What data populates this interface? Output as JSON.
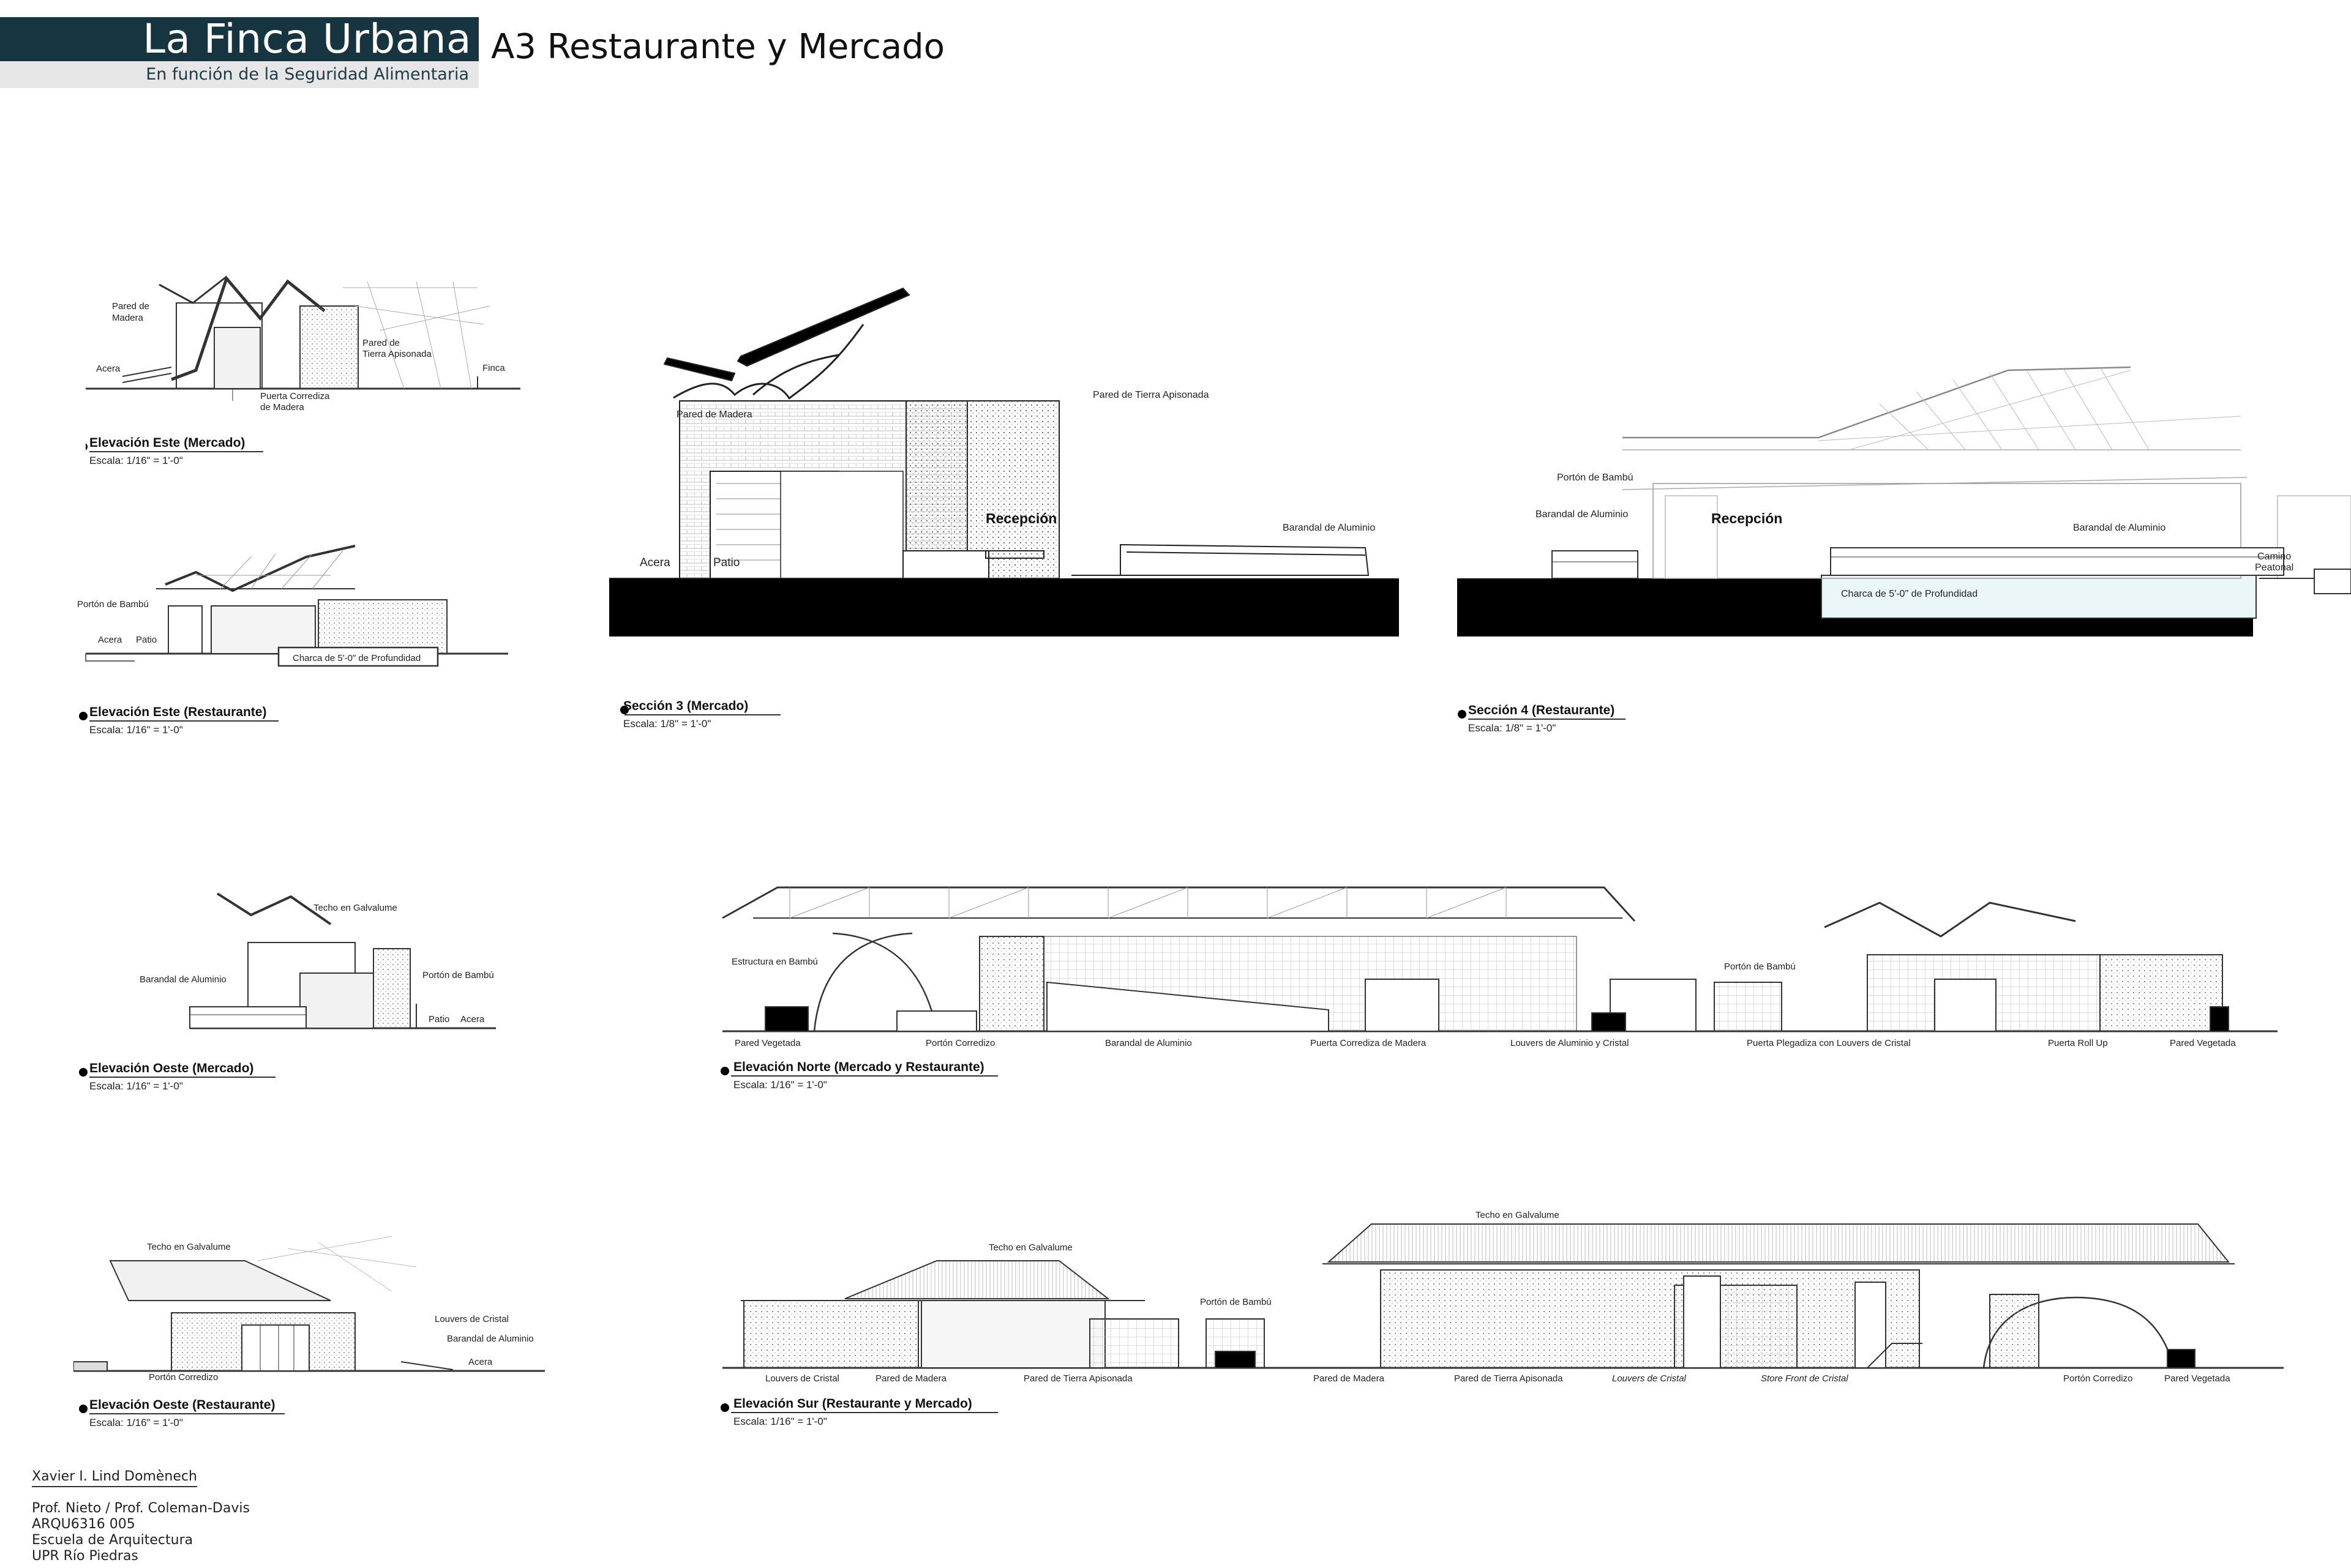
{
  "header": {
    "title": "La Finca Urbana",
    "subtitle": "En función de la Seguridad Alimentaria",
    "sheet_title": "A3 Restaurante y Mercado"
  },
  "drawings": {
    "elev_este_mercado": {
      "title": "Elevación Este (Mercado)",
      "scale": "Escala: 1/16\" = 1'-0\"",
      "labels": [
        "Pared de",
        "Madera",
        "Pared de",
        "Tierra Apisonada",
        "Acera",
        "Finca",
        "Puerta Corrediza",
        "de Madera"
      ]
    },
    "elev_este_restaurante": {
      "title": "Elevación Este (Restaurante)",
      "scale": "Escala: 1/16\" = 1'-0\"",
      "labels": [
        "Portón de Bambú",
        "Acera",
        "Patio",
        "Charca de 5'-0\" de Profundidad"
      ]
    },
    "seccion_3": {
      "title": "Sección 3 (Mercado)",
      "scale": "Escala: 1/8\" = 1'-0\"",
      "labels": [
        "Pared de Madera",
        "Pared de Tierra Apisonada",
        "Recepción",
        "Barandal de Aluminio",
        "Acera",
        "Patio"
      ]
    },
    "seccion_4": {
      "title": "Sección 4 (Restaurante)",
      "scale": "Escala: 1/8\" = 1'-0\"",
      "labels": [
        "Portón de Bambú",
        "Barandal de Aluminio",
        "Recepción",
        "Barandal de Aluminio",
        "Camino",
        "Peatonal",
        "Charca de 5'-0\" de Profundidad"
      ]
    },
    "elev_oeste_mercado": {
      "title": "Elevación Oeste (Mercado)",
      "scale": "Escala: 1/16\" = 1'-0\"",
      "labels": [
        "Techo en Galvalume",
        "Barandal de Aluminio",
        "Portón de Bambú",
        "Patio",
        "Acera"
      ]
    },
    "elev_norte": {
      "title": "Elevación Norte (Mercado y Restaurante)",
      "scale": "Escala: 1/16\" = 1'-0\"",
      "labels": [
        "Estructura en Bambú",
        "Portón de Bambú",
        "Pared Vegetada",
        "Portón Corredizo",
        "Barandal de Aluminio",
        "Puerta Corrediza de Madera",
        "Louvers de Aluminio y Cristal",
        "Puerta Plegadiza con Louvers de Cristal",
        "Puerta Roll Up",
        "Pared Vegetada"
      ]
    },
    "elev_oeste_restaurante": {
      "title": "Elevación Oeste (Restaurante)",
      "scale": "Escala: 1/16\" = 1'-0\"",
      "labels": [
        "Techo en Galvalume",
        "Louvers de Cristal",
        "Barandal de Aluminio",
        "Acera",
        "Portón Corredizo"
      ]
    },
    "elev_sur": {
      "title": "Elevación Sur (Restaurante y Mercado)",
      "scale": "Escala: 1/16\" = 1'-0\"",
      "labels": [
        "Techo en Galvalume",
        "Techo en Galvalume",
        "Portón de Bambú",
        "Louvers de Cristal",
        "Pared de Madera",
        "Pared de Tierra Apisonada",
        "Pared de Madera",
        "Pared de Tierra Apisonada",
        "Louvers de Cristal",
        "Store Front de Cristal",
        "Portón Corredizo",
        "Pared Vegetada"
      ]
    }
  },
  "credits": {
    "author": "Xavier I. Lind Domènech",
    "professors": "Prof. Nieto / Prof. Coleman-Davis",
    "course": "ARQU6316 005",
    "school": "Escuela de Arquitectura",
    "university": "UPR Río Piedras"
  },
  "colors": {
    "header_band": "#163540",
    "subtitle_band": "#e6e6e6",
    "pond_fill": "#eaf6f8",
    "ground": "#000000",
    "line": "#333333"
  }
}
